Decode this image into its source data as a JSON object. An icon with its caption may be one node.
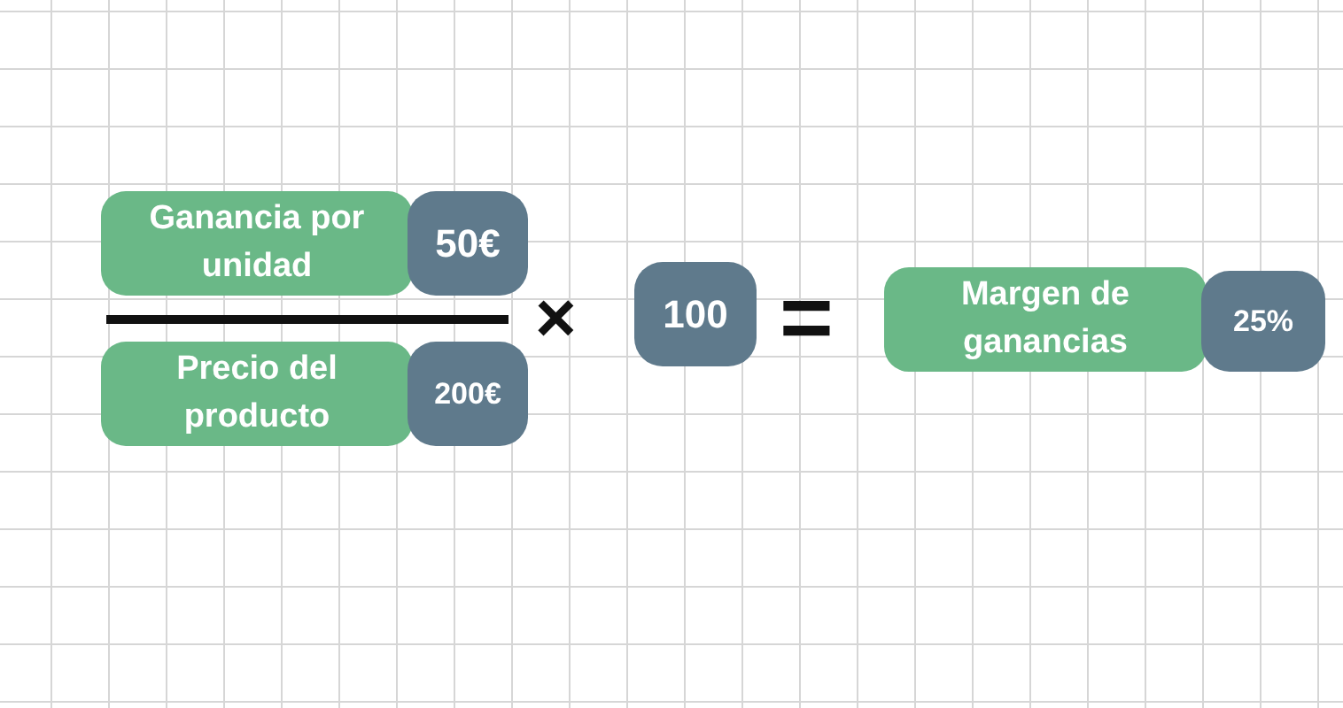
{
  "diagram": {
    "nodes": [
      {
        "text": [
          "Ganancia por unidad"
        ]
      },
      {
        "text": [
          "50€"
        ]
      },
      {
        "text": [
          "Precio del producto"
        ]
      },
      {
        "text": [
          "200€"
        ]
      },
      {
        "text": [
          "100"
        ]
      },
      {
        "text": [
          "Margen de ganancias"
        ]
      },
      {
        "text": [
          "25%"
        ]
      }
    ],
    "labels": [
      "×",
      "="
    ]
  }
}
